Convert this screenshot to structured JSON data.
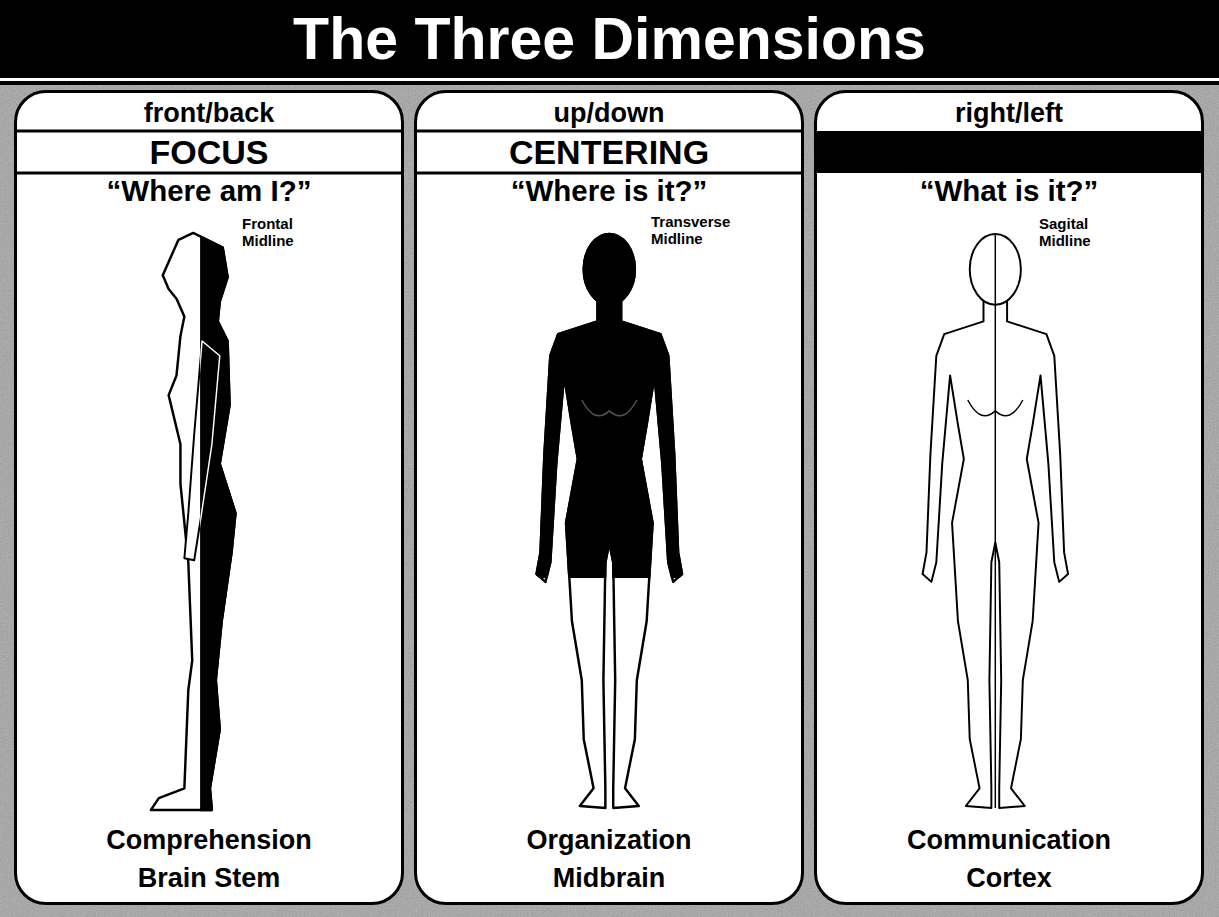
{
  "diagram": {
    "title": "The Three Dimensions",
    "nodes": [
      {
        "text": [
          "front/back",
          "FOCUS",
          "“Where am I?”",
          "Frontal Midline",
          "Comprehension",
          "Brain Stem"
        ]
      },
      {
        "text": [
          "up/down",
          "CENTERING",
          "“Where is it?”",
          "Transverse Midline",
          "Organization",
          "Midbrain"
        ]
      },
      {
        "text": [
          "right/left",
          "“What is it?”",
          "Sagital Midline",
          "Communication",
          "Cortex"
        ]
      }
    ]
  }
}
